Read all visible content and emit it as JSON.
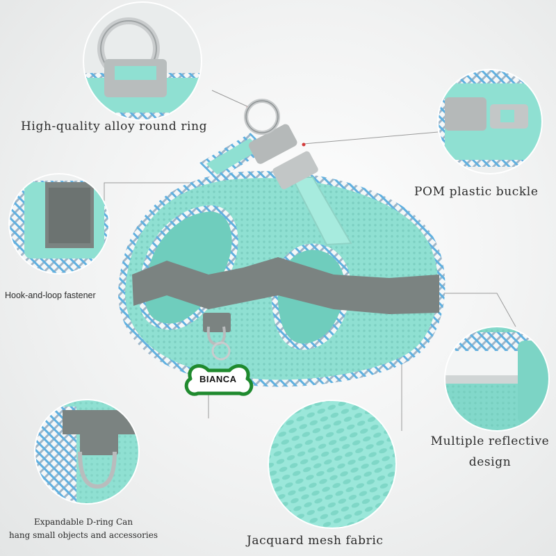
{
  "labels": {
    "alloy_ring": "High-quality alloy round ring",
    "pom_buckle": "POM plastic buckle",
    "hook_loop": "Hook-and-loop fastener",
    "reflective": [
      "Multiple reflective",
      "design"
    ],
    "d_ring": [
      "Expandable D-ring Can",
      "hang small objects and accessories"
    ],
    "mesh": "Jacquard mesh fabric"
  },
  "name_tag": "BIANCA",
  "colors": {
    "mint": "#8fe0d2",
    "mint_dark": "#6fcdbd",
    "reflective_gray": "#6e7472",
    "plaid_blue": "#4aa6d8",
    "tag_green": "#1f8a2e",
    "pointer_red": "#d33a3a"
  }
}
